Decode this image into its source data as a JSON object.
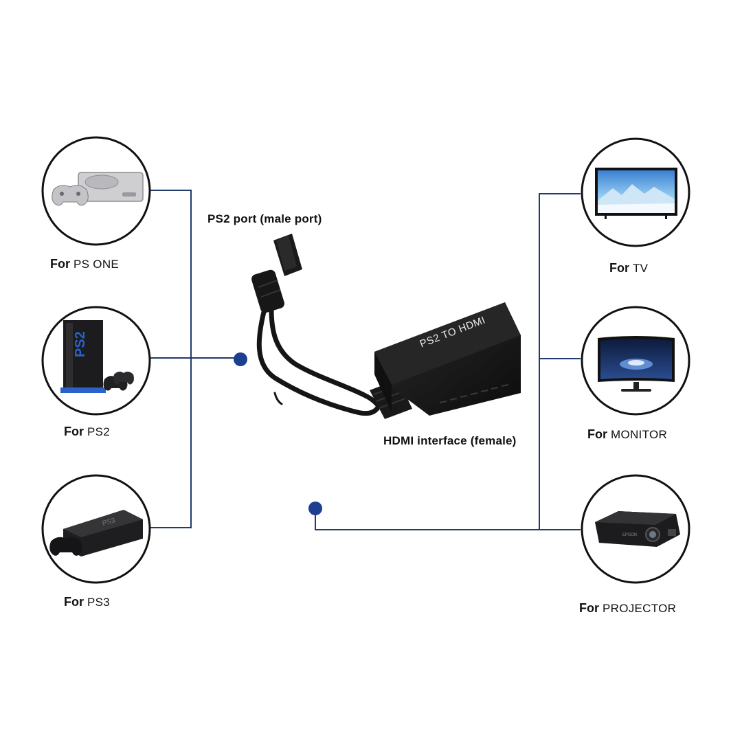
{
  "colors": {
    "connector": "#1f3a6b",
    "dot": "#1d3f8f",
    "circle_border": "#111111",
    "device_black": "#1a1a1a",
    "ps2_blue": "#2a62c9",
    "tv_sky": "#5aa8e6"
  },
  "adapter": {
    "box_text": "PS2 TO HDMI",
    "ps2_port_label": "PS2 port (male port)",
    "hdmi_label": "HDMI interface (female)"
  },
  "left_devices": [
    {
      "icon": "ps-one-console-icon",
      "prefix": "For",
      "name": "PS ONE"
    },
    {
      "icon": "ps2-console-icon",
      "prefix": "For",
      "name": "PS2"
    },
    {
      "icon": "ps3-console-icon",
      "prefix": "For",
      "name": "PS3"
    }
  ],
  "right_devices": [
    {
      "icon": "tv-icon",
      "prefix": "For",
      "name": "TV"
    },
    {
      "icon": "monitor-icon",
      "prefix": "For",
      "name": "MONITOR"
    },
    {
      "icon": "projector-icon",
      "prefix": "For",
      "name": "PROJECTOR"
    }
  ]
}
